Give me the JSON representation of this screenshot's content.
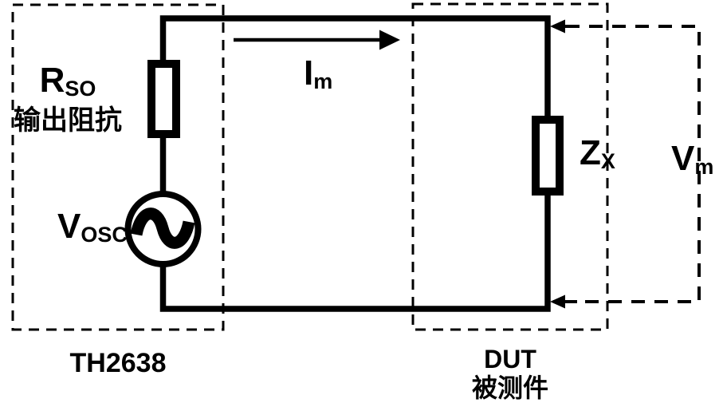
{
  "colors": {
    "line": "#000000",
    "background": "#ffffff"
  },
  "labels": {
    "source_resistance": {
      "symbol": "R",
      "subscript": "SO",
      "caption": "输出阻抗"
    },
    "oscillator": {
      "symbol": "V",
      "subscript": "OSC"
    },
    "measured_current": {
      "symbol": "I",
      "subscript": "m"
    },
    "dut_impedance": {
      "symbol": "Z",
      "subscript": "X"
    },
    "measured_voltage": {
      "symbol": "V",
      "subscript": "m"
    },
    "instrument_caption": "TH2638",
    "dut_caption": "DUT",
    "dut_caption_cn": "被测件"
  }
}
